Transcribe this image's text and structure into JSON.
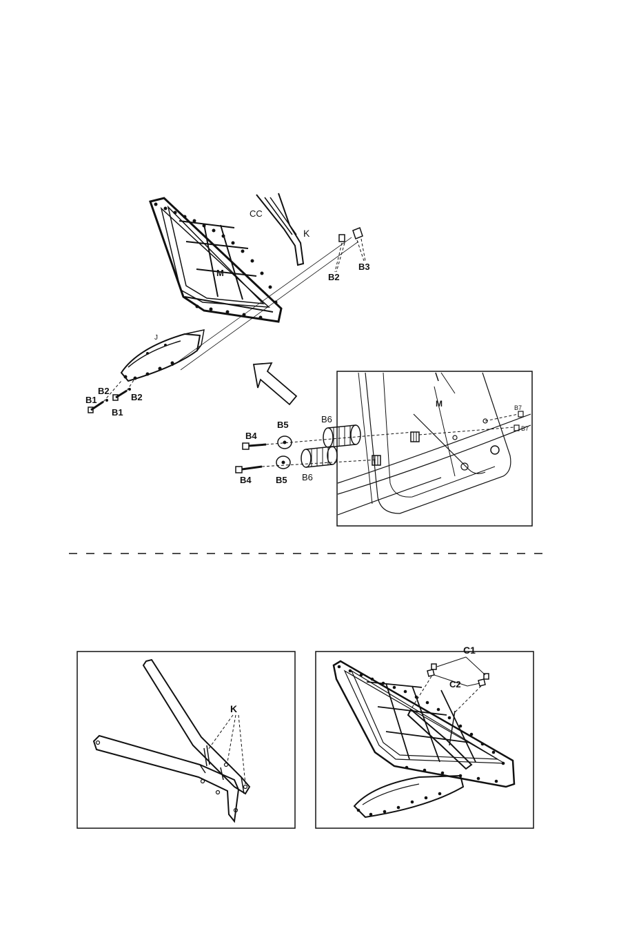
{
  "top_diagram": {
    "labels": {
      "cc": "CC",
      "k": "K",
      "m": "M",
      "j": "J",
      "b1_a": "B1",
      "b1_b": "B1",
      "b2_a": "B2",
      "b2_b": "B2",
      "b2_c": "B2",
      "b3": "B3",
      "b4_a": "B4",
      "b4_b": "B4",
      "b5_a": "B5",
      "b5_b": "B5",
      "b6_a": "B6",
      "b6_b": "B6"
    },
    "inset": {
      "labels": {
        "m": "M",
        "b7_a": "B7",
        "b7_b": "B7"
      }
    }
  },
  "bottom_left": {
    "labels": {
      "k": "K"
    }
  },
  "bottom_right": {
    "labels": {
      "c1": "C1",
      "c2": "C2"
    }
  }
}
